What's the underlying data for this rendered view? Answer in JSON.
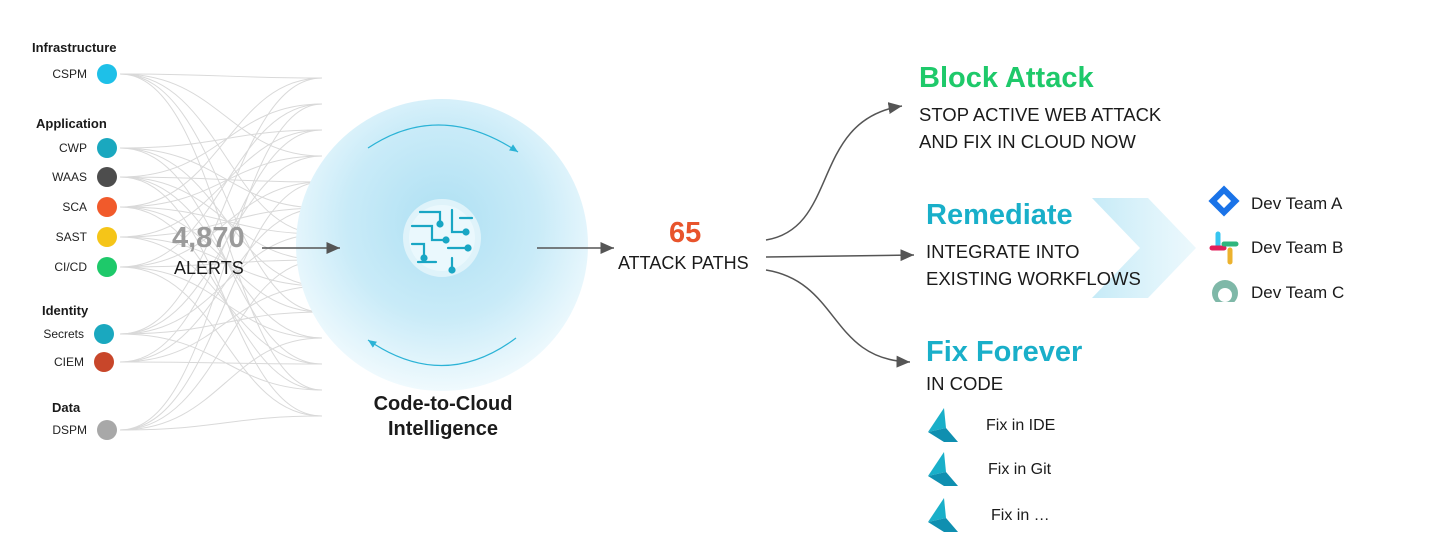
{
  "sources": {
    "categories": [
      {
        "label": "Infrastructure",
        "items": [
          {
            "label": "CSPM",
            "color": "#1ec0e8"
          }
        ]
      },
      {
        "label": "Application",
        "items": [
          {
            "label": "CWP",
            "color": "#1aa8bf"
          },
          {
            "label": "WAAS",
            "color": "#4d4d4d"
          },
          {
            "label": "SCA",
            "color": "#f15a2b"
          },
          {
            "label": "SAST",
            "color": "#f5c518"
          },
          {
            "label": "CI/CD",
            "color": "#1ec96a"
          }
        ]
      },
      {
        "label": "Identity",
        "items": [
          {
            "label": "Secrets",
            "color": "#1aa8bf"
          },
          {
            "label": "CIEM",
            "color": "#c8462a"
          }
        ]
      },
      {
        "label": "Data",
        "items": [
          {
            "label": "DSPM",
            "color": "#a8a8a8"
          }
        ]
      }
    ]
  },
  "alerts": {
    "count": "4,870",
    "label": "ALERTS"
  },
  "center": {
    "line1": "Code-to-Cloud",
    "line2": "Intelligence",
    "icon": "circuit-brain-icon"
  },
  "attack_paths": {
    "count": "65",
    "label": "ATTACK PATHS"
  },
  "outcomes": {
    "block": {
      "title": "Block Attack",
      "line1": "STOP ACTIVE WEB ATTACK",
      "line2": "AND FIX IN CLOUD NOW",
      "color": "#1ec96a"
    },
    "remediate": {
      "title": "Remediate",
      "line1": "INTEGRATE INTO",
      "line2": "EXISTING WORKFLOWS",
      "color": "#19afc9"
    },
    "fix": {
      "title": "Fix Forever",
      "line1": "IN CODE",
      "color": "#19afc9"
    }
  },
  "teams": [
    {
      "label": "Dev Team A",
      "icon": "jira-icon"
    },
    {
      "label": "Dev Team B",
      "icon": "slack-icon"
    },
    {
      "label": "Dev Team C",
      "icon": "servicenow-icon"
    }
  ],
  "fixes": [
    {
      "label": "Fix in IDE",
      "icon": "prisma-cloud-icon"
    },
    {
      "label": "Fix in Git",
      "icon": "prisma-cloud-icon"
    },
    {
      "label": "Fix in …",
      "icon": "prisma-cloud-icon"
    }
  ]
}
